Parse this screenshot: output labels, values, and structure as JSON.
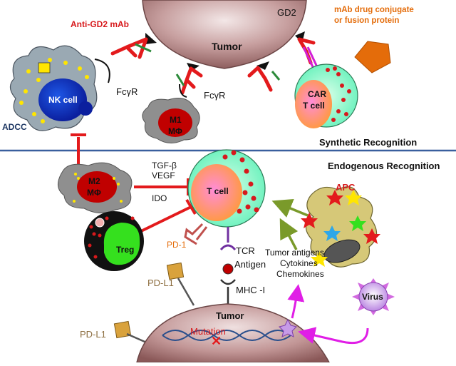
{
  "top": {
    "tumor": "Tumor",
    "gd2": "GD2",
    "anti_gd2": "Anti-GD2 mAb",
    "conjugate_line1": "mAb drug conjugate",
    "conjugate_line2": "or fusion protein",
    "fcr_left": "FcγR",
    "fcr_mid": "FcγR",
    "nk_cell": "NK cell",
    "adcc": "ADCC",
    "m1_line1": "M1",
    "m1_line2": "MΦ",
    "car_line1": "CAR",
    "car_line2": "T cell",
    "synthetic": "Synthetic Recognition"
  },
  "bottom": {
    "endogenous": "Endogenous Recognition",
    "tgf": "TGF-β",
    "vegf": "VEGF",
    "ido": "IDO",
    "m2_line1": "M2",
    "m2_line2": "MΦ",
    "t_cell": "T cell",
    "apc": "APC",
    "treg": "Treg",
    "pd1": "PD-1",
    "tcr": "TCR",
    "antigen": "Antigen",
    "mhc": "MHC -I",
    "tumor_antigens": "Tumor antigens",
    "cytokines": "Cytokines",
    "chemokines": "Chemokines",
    "pdl1_top": "PD-L1",
    "pdl1_bottom": "PD-L1",
    "tumor": "Tumor",
    "mutation": "Mutation",
    "virus": "Virus"
  },
  "colors": {
    "divider": "#3a5f9e",
    "inhibit": "#e31a1c",
    "stimulate": "#7a9a2a",
    "release": "#e01ee6",
    "tumor_fill": "#b58989"
  }
}
